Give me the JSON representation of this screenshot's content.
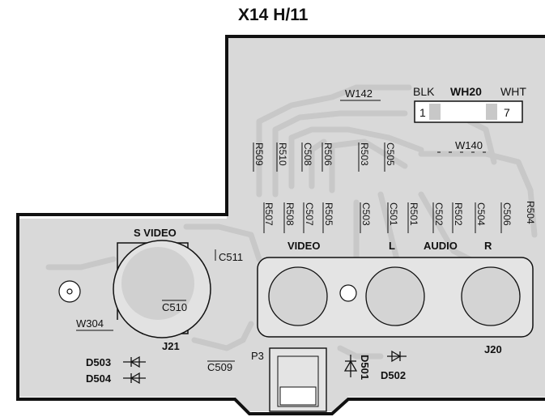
{
  "title": "X14 H/11",
  "connector": {
    "name": "WH20",
    "wire_left": "BLK",
    "wire_right": "WHT",
    "pin_left": "1",
    "pin_right": "7"
  },
  "jumpers": {
    "w142": "W142",
    "w140": "W140",
    "w304": "W304"
  },
  "resistors_top": [
    "R509",
    "R510",
    "C508",
    "R506",
    "R503",
    "C505"
  ],
  "components_mid": [
    "R507",
    "R508",
    "C507",
    "R505",
    "C503",
    "C501",
    "R501",
    "C502",
    "R502",
    "C504",
    "C506",
    "R504"
  ],
  "svideo": {
    "label": "S VIDEO",
    "connector": "J21",
    "cap": "C510"
  },
  "jack_labels": {
    "video": "VIDEO",
    "left": "L",
    "audio": "AUDIO",
    "right": "R",
    "connector": "J20"
  },
  "caps_misc": {
    "c511": "C511",
    "c509": "C509"
  },
  "diodes": {
    "d503": "D503",
    "d504": "D504",
    "d501": "D501",
    "d502": "D502"
  },
  "p3": "P3"
}
